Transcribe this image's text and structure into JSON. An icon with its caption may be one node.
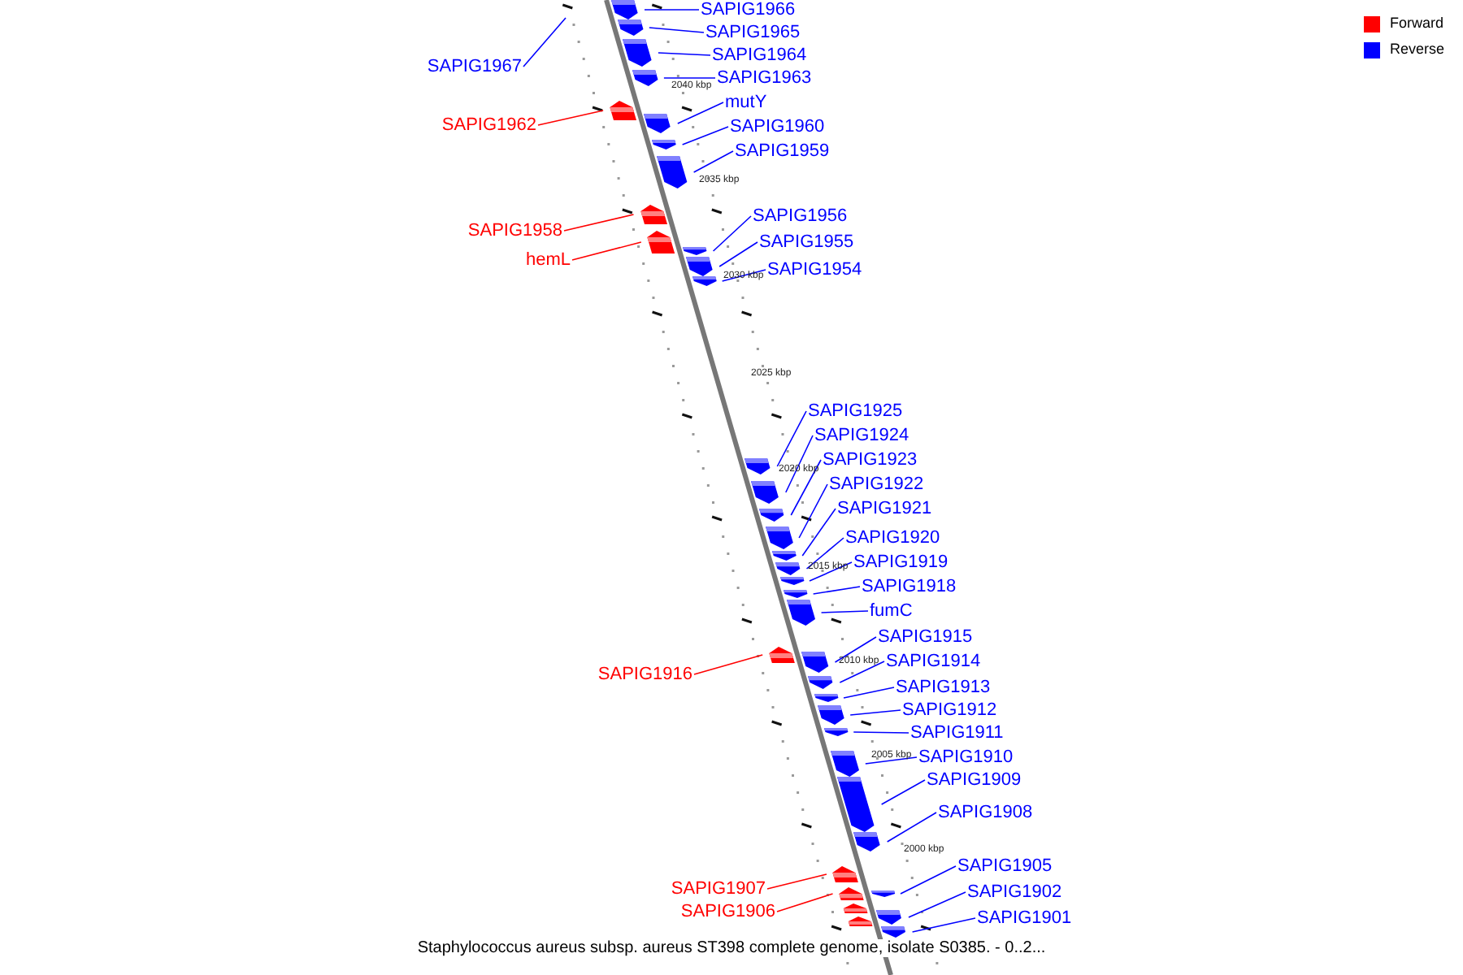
{
  "diagram": {
    "caption": "Staphylococcus aureus subsp. aureus ST398 complete genome, isolate S0385. - 0..2...",
    "nodes": [
      {
        "text": [
          "SAPIG1966"
        ]
      },
      {
        "text": [],
        "shape": "box"
      },
      {
        "text": [
          "SAPIG1965"
        ]
      },
      {
        "text": [],
        "shape": "box"
      },
      {
        "text": [
          "SAPIG1967"
        ]
      },
      {
        "text": [
          "SAPIG1964"
        ]
      },
      {
        "text": [],
        "shape": "box"
      },
      {
        "text": [
          "SAPIG1963"
        ]
      },
      {
        "text": [],
        "shape": "box"
      },
      {
        "text": [
          "SAPIG1962"
        ]
      },
      {
        "text": [],
        "shape": "box"
      },
      {
        "text": [
          "mutY"
        ]
      },
      {
        "text": [],
        "shape": "box"
      },
      {
        "text": [
          "SAPIG1960"
        ]
      },
      {
        "text": [],
        "shape": "box"
      },
      {
        "text": [
          "SAPIG1959"
        ]
      },
      {
        "text": [],
        "shape": "box"
      },
      {
        "text": [
          "SAPIG1958"
        ]
      },
      {
        "text": [],
        "shape": "box"
      },
      {
        "text": [
          "SAPIG1956"
        ]
      },
      {
        "text": [],
        "shape": "box"
      },
      {
        "text": [
          "hemL"
        ]
      },
      {
        "text": [],
        "shape": "box"
      },
      {
        "text": [
          "SAPIG1955"
        ]
      },
      {
        "text": [],
        "shape": "box"
      },
      {
        "text": [
          "SAPIG1954"
        ]
      },
      {
        "text": [],
        "shape": "box"
      },
      {
        "text": [
          "SAPIG1925"
        ]
      },
      {
        "text": [],
        "shape": "box"
      },
      {
        "text": [
          "SAPIG1924"
        ]
      },
      {
        "text": [],
        "shape": "box"
      },
      {
        "text": [
          "SAPIG1923"
        ]
      },
      {
        "text": [],
        "shape": "box"
      },
      {
        "text": [
          "SAPIG1922"
        ]
      },
      {
        "text": [],
        "shape": "box"
      },
      {
        "text": [
          "SAPIG1921"
        ]
      },
      {
        "text": [],
        "shape": "box"
      },
      {
        "text": [
          "SAPIG1920"
        ]
      },
      {
        "text": [],
        "shape": "box"
      },
      {
        "text": [
          "SAPIG1919"
        ]
      },
      {
        "text": [],
        "shape": "box"
      },
      {
        "text": [
          "SAPIG1918"
        ]
      },
      {
        "text": [],
        "shape": "box"
      },
      {
        "text": [
          "fumC"
        ]
      },
      {
        "text": [],
        "shape": "box"
      },
      {
        "text": [
          "SAPIG1915"
        ]
      },
      {
        "text": [],
        "shape": "box"
      },
      {
        "text": [
          "SAPIG1916"
        ]
      },
      {
        "text": [],
        "shape": "box"
      },
      {
        "text": [
          "SAPIG1914"
        ]
      },
      {
        "text": [],
        "shape": "box"
      },
      {
        "text": [
          "SAPIG1913"
        ]
      },
      {
        "text": [],
        "shape": "box"
      },
      {
        "text": [
          "SAPIG1912"
        ]
      },
      {
        "text": [],
        "shape": "box"
      },
      {
        "text": [
          "SAPIG1911"
        ]
      },
      {
        "text": [],
        "shape": "box"
      },
      {
        "text": [
          "SAPIG1910"
        ]
      },
      {
        "text": [],
        "shape": "box"
      },
      {
        "text": [
          "SAPIG1909"
        ]
      },
      {
        "text": [],
        "shape": "box"
      },
      {
        "text": [
          "SAPIG1908"
        ]
      },
      {
        "text": [],
        "shape": "box"
      },
      {
        "text": [
          "SAPIG1905"
        ]
      },
      {
        "text": [],
        "shape": "box"
      },
      {
        "text": [
          "SAPIG1907"
        ]
      },
      {
        "text": [],
        "shape": "box"
      },
      {
        "text": [
          "SAPIG1902"
        ]
      },
      {
        "text": [],
        "shape": "box"
      },
      {
        "text": [
          "SAPIG1906"
        ]
      },
      {
        "text": [],
        "shape": "box"
      },
      {
        "text": [
          "SAPIG1901"
        ]
      },
      {
        "text": [],
        "shape": "box"
      },
      {
        "text": [],
        "shape": "box"
      },
      {
        "text": [],
        "shape": "box"
      }
    ],
    "edges": [
      {
        "from": 0,
        "to": 1,
        "arrow": "none"
      },
      {
        "from": 2,
        "to": 3,
        "arrow": "none"
      },
      {
        "from": 4,
        "to": null,
        "arrow": "none"
      },
      {
        "from": 5,
        "to": 6,
        "arrow": "none"
      },
      {
        "from": 7,
        "to": 8,
        "arrow": "none"
      },
      {
        "from": 9,
        "to": 10,
        "arrow": "none",
        "color": "#ff0000"
      },
      {
        "from": 11,
        "to": 12,
        "arrow": "none"
      },
      {
        "from": 13,
        "to": 14,
        "arrow": "none"
      },
      {
        "from": 15,
        "to": 16,
        "arrow": "none"
      },
      {
        "from": 17,
        "to": 18,
        "arrow": "none",
        "color": "#ff0000"
      },
      {
        "from": 19,
        "to": 20,
        "arrow": "none"
      },
      {
        "from": 21,
        "to": 22,
        "arrow": "none",
        "color": "#ff0000"
      },
      {
        "from": 23,
        "to": 24,
        "arrow": "none"
      },
      {
        "from": 25,
        "to": 26,
        "arrow": "none"
      },
      {
        "from": 27,
        "to": 28,
        "arrow": "none"
      },
      {
        "from": 29,
        "to": 30,
        "arrow": "none"
      },
      {
        "from": 31,
        "to": 32,
        "arrow": "none"
      },
      {
        "from": 33,
        "to": 34,
        "arrow": "none"
      },
      {
        "from": 35,
        "to": 36,
        "arrow": "none"
      },
      {
        "from": 37,
        "to": 38,
        "arrow": "none"
      },
      {
        "from": 39,
        "to": 40,
        "arrow": "none"
      },
      {
        "from": 41,
        "to": 42,
        "arrow": "none"
      },
      {
        "from": 43,
        "to": 44,
        "arrow": "none"
      },
      {
        "from": 45,
        "to": 46,
        "arrow": "none"
      },
      {
        "from": 47,
        "to": 48,
        "arrow": "none",
        "color": "#ff0000"
      },
      {
        "from": 49,
        "to": 50,
        "arrow": "none"
      },
      {
        "from": 51,
        "to": 52,
        "arrow": "none"
      },
      {
        "from": 53,
        "to": 54,
        "arrow": "none"
      },
      {
        "from": 55,
        "to": 56,
        "arrow": "none"
      },
      {
        "from": 57,
        "to": 58,
        "arrow": "none"
      },
      {
        "from": 59,
        "to": 60,
        "arrow": "none"
      },
      {
        "from": 61,
        "to": 62,
        "arrow": "none"
      },
      {
        "from": 63,
        "to": 64,
        "arrow": "none"
      },
      {
        "from": 65,
        "to": 66,
        "arrow": "none",
        "color": "#ff0000"
      },
      {
        "from": 67,
        "to": 68,
        "arrow": "none"
      },
      {
        "from": 69,
        "to": 70,
        "arrow": "none",
        "color": "#ff0000"
      },
      {
        "from": 71,
        "to": 72,
        "arrow": "none"
      }
    ],
    "labels": [
      "2040 kbp",
      "2035 kbp",
      "2030 kbp",
      "2025 kbp",
      "2020 kbp",
      "2015 kbp",
      "2010 kbp",
      "2005 kbp",
      "2000 kbp"
    ],
    "legend": [
      {
        "text": "Forward",
        "color": "#ff0000"
      },
      {
        "text": "Reverse",
        "color": "#0000ff"
      }
    ]
  }
}
